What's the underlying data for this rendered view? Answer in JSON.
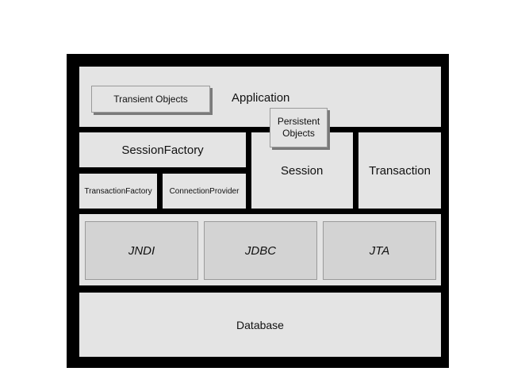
{
  "diagram": {
    "application": {
      "label": "Application",
      "transient_objects": "Transient Objects",
      "persistent_objects": "Persistent\nObjects"
    },
    "session_factory": "SessionFactory",
    "transaction_factory": "TransactionFactory",
    "connection_provider": "ConnectionProvider",
    "session": "Session",
    "transaction": "Transaction",
    "apis": {
      "jndi": "JNDI",
      "jdbc": "JDBC",
      "jta": "JTA"
    },
    "database": "Database"
  }
}
